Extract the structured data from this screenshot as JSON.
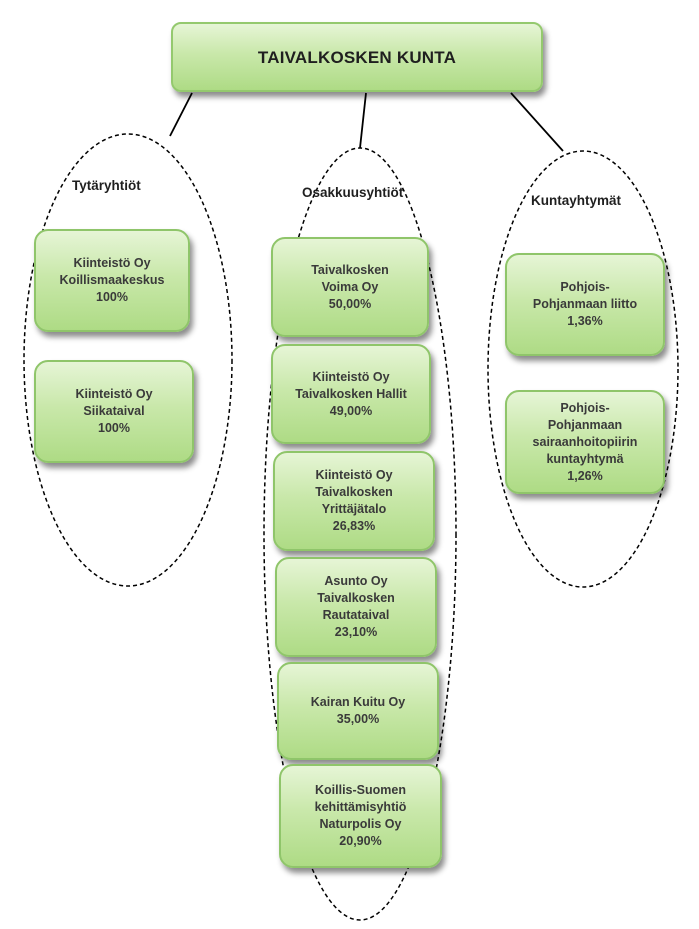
{
  "root": {
    "label": "TAIVALKOSKEN KUNTA"
  },
  "groups": {
    "tytaryhtiot": {
      "label": "Tytäryhtiöt",
      "items": [
        {
          "label": "Kiinteistö Oy\nKoillismaakeskus\n100%"
        },
        {
          "label": "Kiinteistö Oy\nSiikataival\n100%"
        }
      ]
    },
    "osakkuusyhtiot": {
      "label": "Osakkuusyhtiöt",
      "items": [
        {
          "label": "Taivalkosken\nVoima Oy\n50,00%"
        },
        {
          "label": "Kiinteistö Oy\nTaivalkosken Hallit\n49,00%"
        },
        {
          "label": "Kiinteistö Oy\nTaivalkosken\nYrittäjätalo\n26,83%"
        },
        {
          "label": "Asunto Oy\nTaivalkosken\nRautataival\n23,10%"
        },
        {
          "label": "Kairan Kuitu Oy\n35,00%"
        },
        {
          "label": "Koillis-Suomen\nkehittämisyhtiö\nNaturpolis Oy\n20,90%"
        }
      ]
    },
    "kuntayhtymat": {
      "label": "Kuntayhtymät",
      "items": [
        {
          "label": "Pohjois-\nPohjanmaan liitto\n1,36%"
        },
        {
          "label": "Pohjois-\nPohjanmaan\nsairaanhoitopiirin\nkuntayhtymä\n1,26%"
        }
      ]
    }
  },
  "colors": {
    "box_border": "#8fc56a",
    "box_fill_top": "#e6f5d6",
    "box_fill_bottom": "#aedb85",
    "connector": "#000000"
  }
}
